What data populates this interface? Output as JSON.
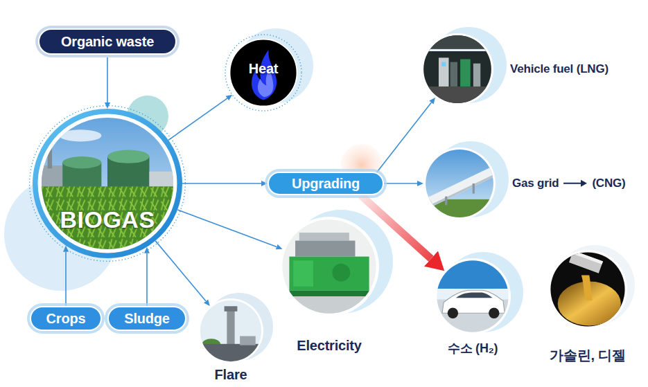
{
  "diagram": {
    "nodes": [
      {
        "text": [
          "Organic waste"
        ]
      },
      {
        "text": [
          "BIOGAS"
        ]
      },
      {
        "text": [
          "Heat"
        ]
      },
      {
        "text": [
          "Upgrading"
        ]
      },
      {
        "text": [
          "Vehicle fuel (LNG)"
        ]
      },
      {
        "text": [
          "Gas grid",
          "(CNG)"
        ]
      },
      {
        "text": [
          "Electricity"
        ]
      },
      {
        "text": [
          "수소 (H₂)"
        ]
      },
      {
        "text": [
          "가솔린, 디젤"
        ]
      },
      {
        "text": [
          "Crops"
        ]
      },
      {
        "text": [
          "Sludge"
        ]
      },
      {
        "text": [
          "Flare"
        ]
      }
    ],
    "edges": [
      {
        "from": 0,
        "to": 1,
        "arrow": "to"
      },
      {
        "from": 9,
        "to": 1,
        "arrow": "to"
      },
      {
        "from": 10,
        "to": 1,
        "arrow": "to"
      },
      {
        "from": 1,
        "to": 2,
        "arrow": "to"
      },
      {
        "from": 1,
        "to": 3,
        "arrow": "to"
      },
      {
        "from": 1,
        "to": 6,
        "arrow": "to"
      },
      {
        "from": 1,
        "to": 11,
        "arrow": "to"
      },
      {
        "from": 3,
        "to": 4,
        "arrow": "to"
      },
      {
        "from": 3,
        "to": 5,
        "arrow": "to"
      },
      {
        "from": 3,
        "to": 7,
        "arrow": "to"
      }
    ]
  }
}
